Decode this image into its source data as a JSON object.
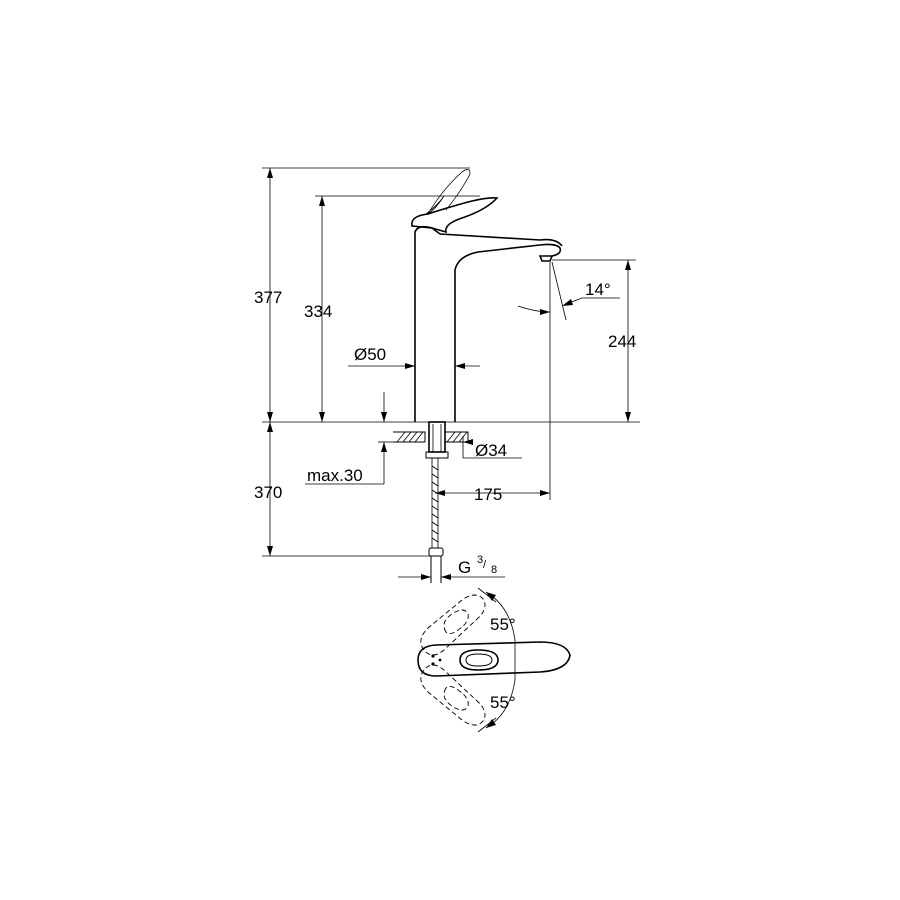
{
  "drawing": {
    "dimensions": {
      "overall_height": "377",
      "spout_height": "334",
      "spout_outlet_height": "244",
      "base_diameter": "Ø50",
      "mounting_hole": "Ø34",
      "max_thickness": "max.30",
      "hose_length": "370",
      "spout_reach": "175",
      "outlet_angle": "14°",
      "thread_main": "G",
      "thread_num": "3",
      "thread_den": "8",
      "lever_angle_up": "55°",
      "lever_angle_down": "55°"
    }
  }
}
